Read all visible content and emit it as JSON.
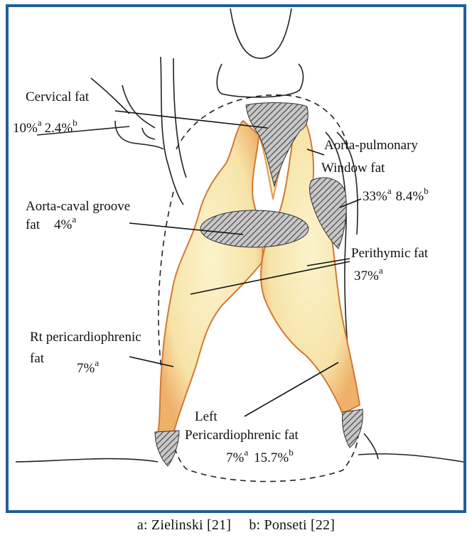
{
  "labels": {
    "cervical": {
      "title": "Cervical fat",
      "values": [
        {
          "pct": "10%",
          "sup": "a"
        },
        {
          "pct": "2.4%",
          "sup": "b"
        }
      ]
    },
    "aorta_pulmonary": {
      "line1": "Aorta-pulmonary",
      "line2": "Window fat",
      "values": [
        {
          "pct": "33%",
          "sup": "a"
        },
        {
          "pct": "8.4%",
          "sup": "b"
        }
      ]
    },
    "aorta_caval": {
      "line1": "Aorta-caval groove",
      "line2": "fat",
      "values": [
        {
          "pct": "4%",
          "sup": "a"
        }
      ]
    },
    "perithymic": {
      "title": "Perithymic fat",
      "values": [
        {
          "pct": "37%",
          "sup": "a"
        }
      ]
    },
    "rt_pericardiophrenic": {
      "line1": "Rt pericardiophrenic",
      "line2": "fat",
      "values": [
        {
          "pct": "7%",
          "sup": "a"
        }
      ]
    },
    "left_pericardiophrenic": {
      "line1": "Left",
      "line2": "Pericardiophrenic fat",
      "values": [
        {
          "pct": "7%",
          "sup": "a"
        },
        {
          "pct": "15.7%",
          "sup": "b"
        }
      ]
    }
  },
  "caption": {
    "a": "a: Zielinski  [21]",
    "b": "b: Ponseti [22]"
  },
  "colors": {
    "frame": "#1f5f99",
    "fat_fill": "#f9eebc",
    "fat_rim": "#e99a52",
    "hatch": "#555555"
  }
}
